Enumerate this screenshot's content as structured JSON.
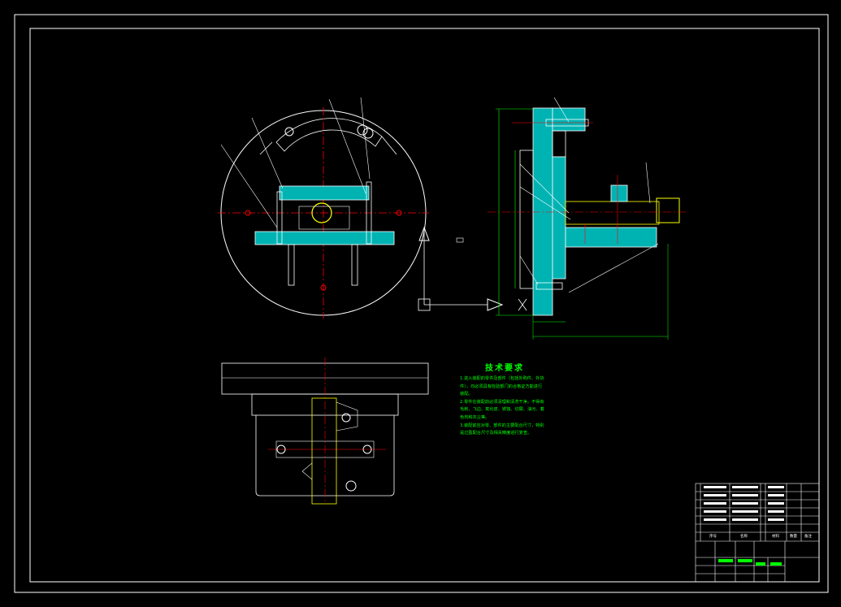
{
  "colors": {
    "background": "#000000",
    "frame": "#ffffff",
    "outline": "#ffffff",
    "hatch": "#00ffff",
    "centerline": "#ff0000",
    "part": "#ffff00",
    "text": "#00ff00",
    "leader": "#ffffff"
  },
  "tech_requirements": {
    "title": "技术要求",
    "items": [
      "1.进入装配的零件及部件（包括外购件、外协件），均必须具有检验部门的合格证方能进行装配。",
      "2.零件在装配前必须清理和清洗干净，不得有毛刺、飞边、氧化皮、锈蚀、切屑、油污、着色剂和灰尘等。",
      "3.装配前应对零、部件的主要配合尺寸，特别是过盈配合尺寸及相关精度进行复查。"
    ]
  },
  "title_block": {
    "header_labels": [
      "序号",
      "名称",
      "材料",
      "数量",
      "备注"
    ]
  }
}
